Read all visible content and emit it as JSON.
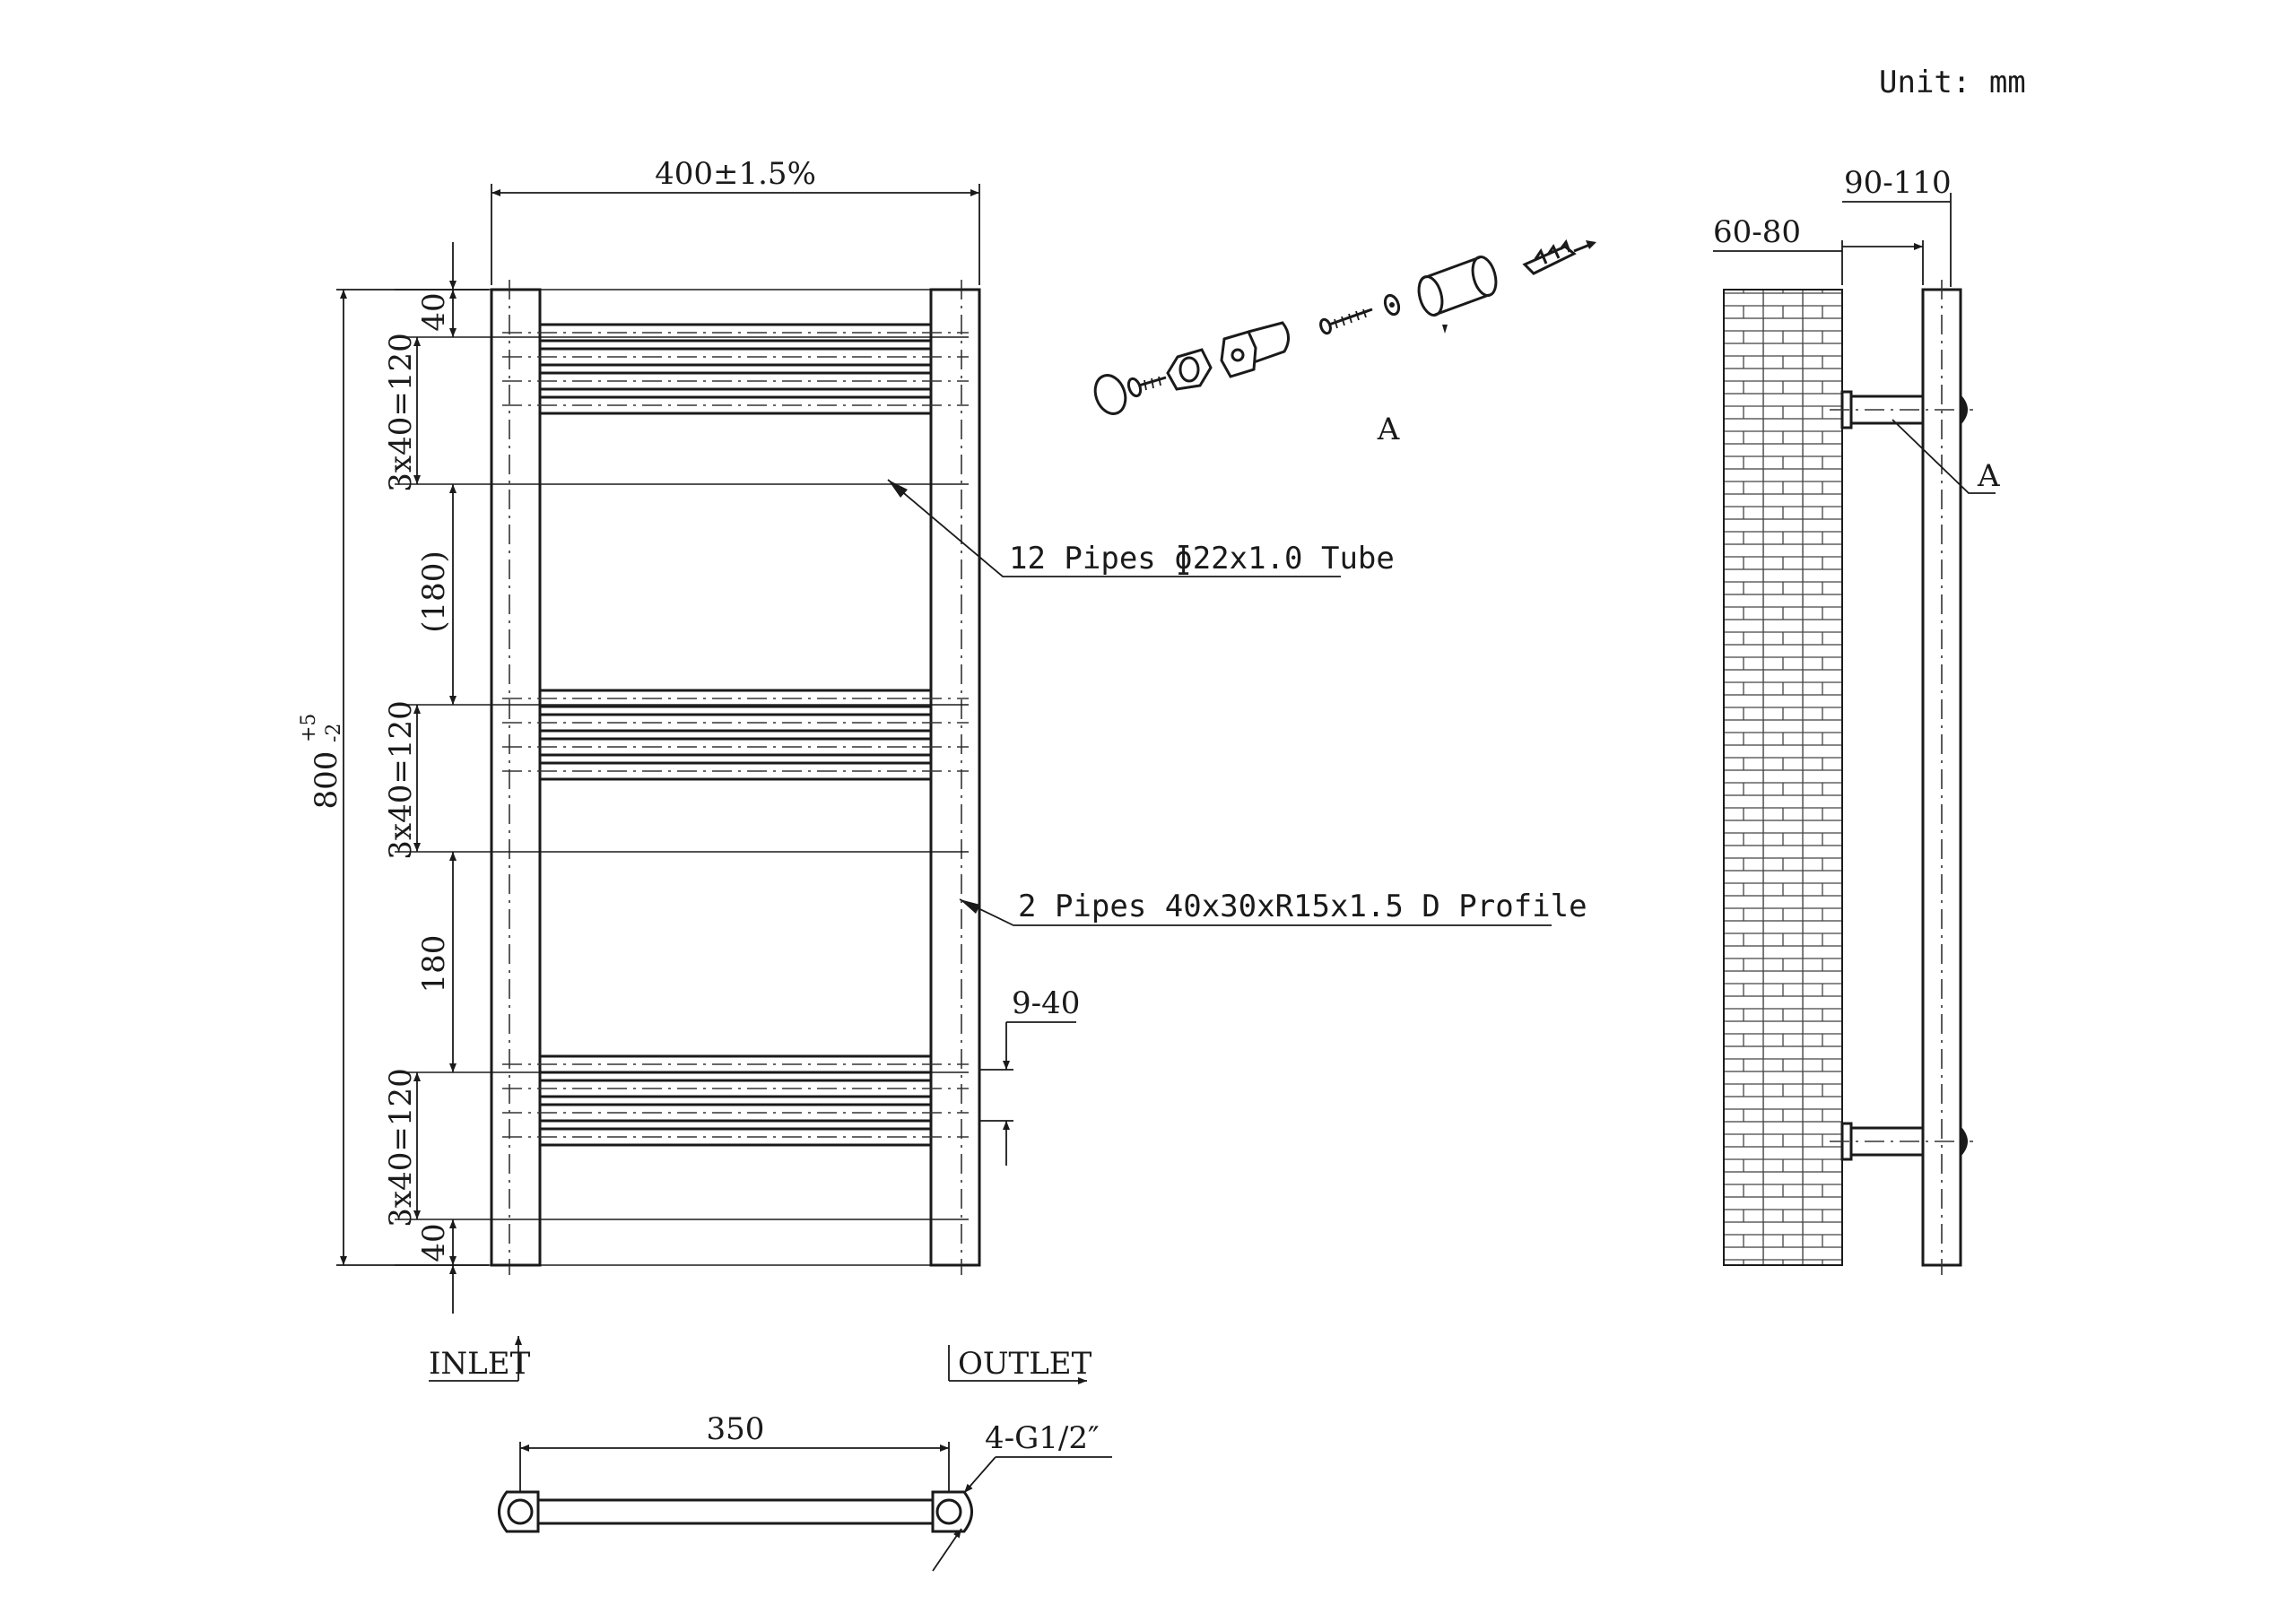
{
  "unit_label": "Unit: mm",
  "dimensions": {
    "overall_width": "400±1.5%",
    "overall_height": "800",
    "height_tol_upper": "+5",
    "height_tol_lower": "-2",
    "top_margin": "40",
    "bottom_margin": "40",
    "group_top": "3x40=120",
    "group_middle": "3x40=120",
    "group_bottom": "3x40=120",
    "gap_upper": "(180)",
    "gap_lower": "180",
    "bar_pitch": "9-40",
    "side_wall_gap": "60-80",
    "side_total_depth": "90-110",
    "bottom_centers": "350",
    "connections": "4-G1/2″"
  },
  "callouts": {
    "tubes": "12 Pipes ɸ22x1.0 Tube",
    "profiles": "2 Pipes 40x30xR15x1.5 D Profile",
    "detail_ref": "A",
    "detail_label": "A"
  },
  "ports": {
    "inlet": "INLET",
    "outlet": "OUTLET"
  }
}
